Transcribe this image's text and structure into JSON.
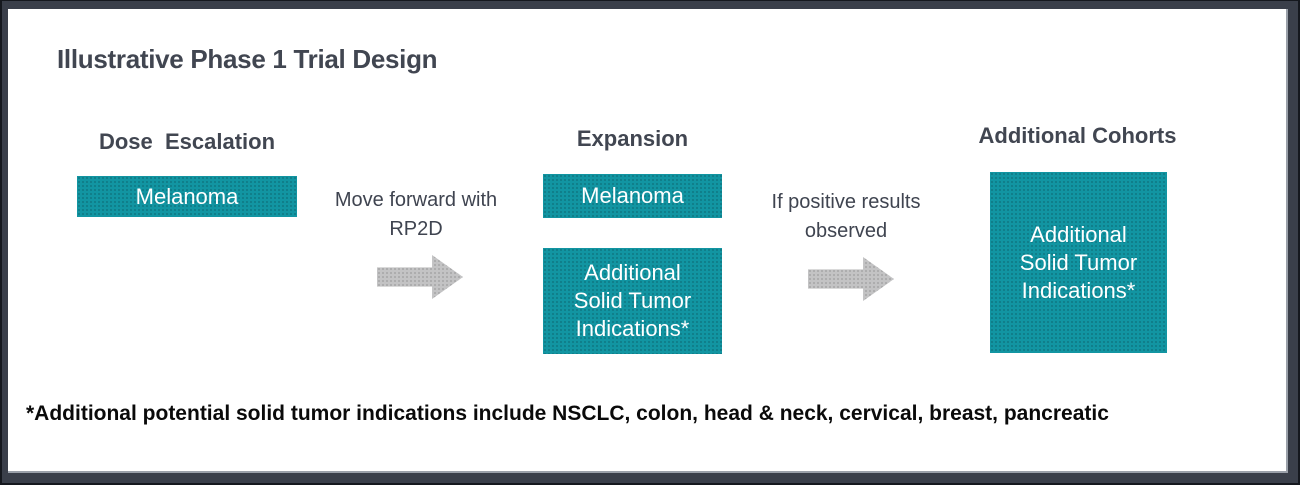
{
  "title": "Illustrative Phase 1 Trial Design",
  "columns": [
    {
      "heading": "Dose  Escalation",
      "boxes": [
        {
          "label": "Melanoma"
        }
      ]
    },
    {
      "heading": "Expansion",
      "boxes": [
        {
          "label": "Melanoma"
        },
        {
          "label": "Additional\nSolid Tumor\nIndications*"
        }
      ]
    },
    {
      "heading": "Additional Cohorts",
      "boxes": [
        {
          "label": "Additional\nSolid Tumor\nIndications*"
        }
      ]
    }
  ],
  "arrows": [
    {
      "label": "Move forward with\nRP2D"
    },
    {
      "label": "If positive results\nobserved"
    }
  ],
  "footnote": "*Additional potential solid tumor indications include NSCLC, colon, head & neck, cervical, breast, pancreatic",
  "colors": {
    "box_teal": "#1295A2",
    "arrow_gray": "#C3C3C4",
    "heading_gray": "#414651",
    "frame_dark": "#3A3F4A",
    "slide_bg": "#FFFFFF",
    "footnote_black": "#0A0A0A"
  }
}
